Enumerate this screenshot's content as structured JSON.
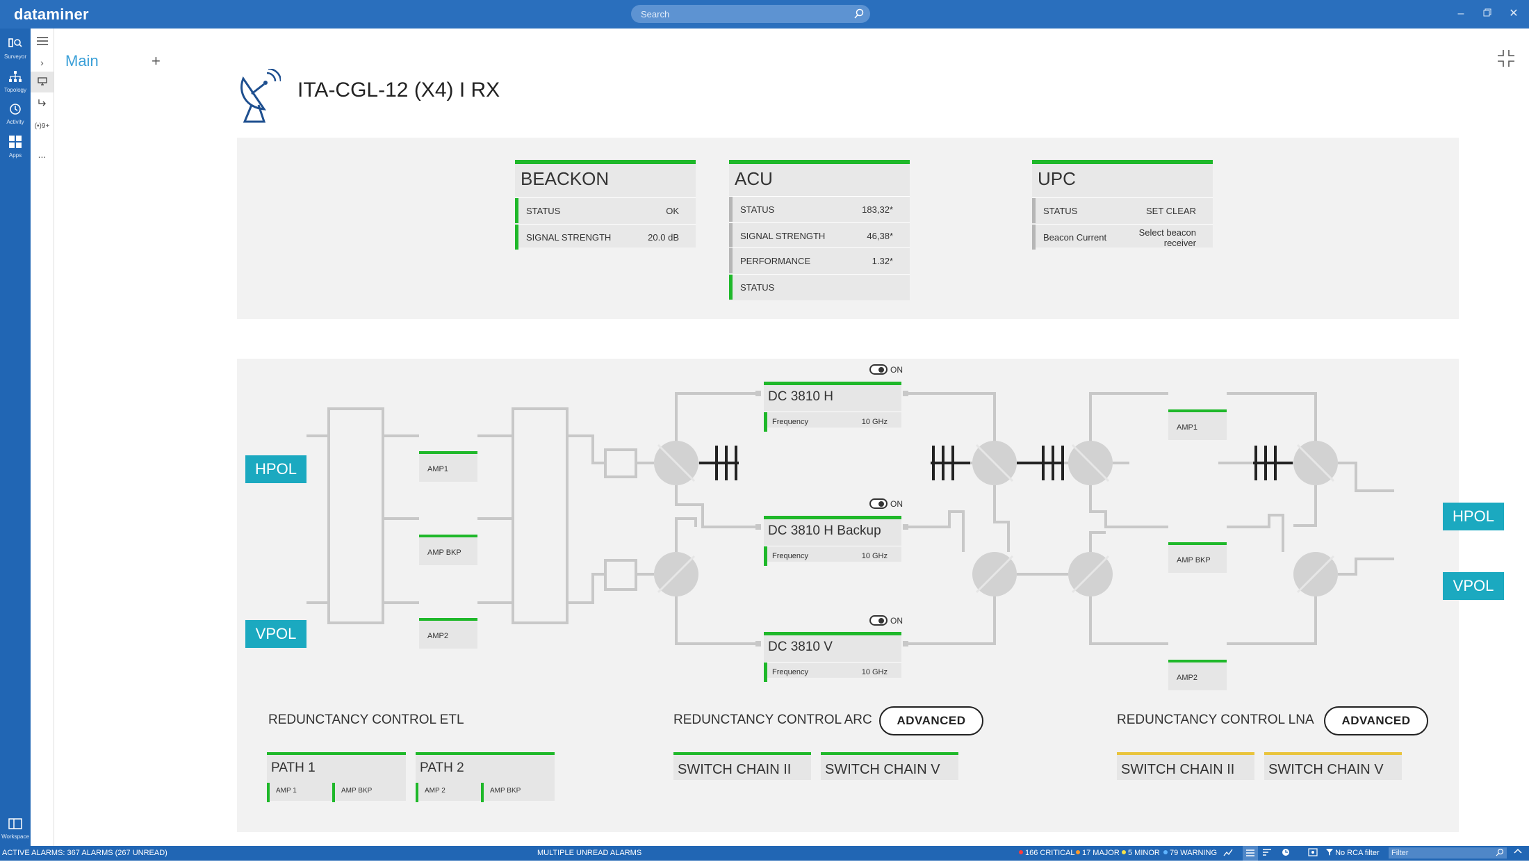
{
  "app": {
    "brand": "dataminer"
  },
  "search": {
    "placeholder": "Search"
  },
  "rail": {
    "items": [
      {
        "label": "Surveyor"
      },
      {
        "label": "Topology"
      },
      {
        "label": "Activity"
      },
      {
        "label": "Apps"
      }
    ],
    "workspace": "Workspace"
  },
  "subrail": {
    "counter": "(•)9+",
    "more": "..."
  },
  "tabs": {
    "main": "Main",
    "add": "+"
  },
  "page": {
    "title": "ITA-CGL-12 (X4) I RX"
  },
  "beacon": {
    "title": "BEACKON",
    "rows": [
      {
        "k": "STATUS",
        "v": "OK"
      },
      {
        "k": "SIGNAL STRENGTH",
        "v": "20.0 dB"
      }
    ]
  },
  "acu": {
    "title": "ACU",
    "rows": [
      {
        "k": "STATUS",
        "v": "183,32*"
      },
      {
        "k": "SIGNAL STRENGTH",
        "v": "46,38*"
      },
      {
        "k": "PERFORMANCE",
        "v": "1.32*"
      },
      {
        "k": "STATUS",
        "v": ""
      }
    ]
  },
  "upc": {
    "title": "UPC",
    "rows": [
      {
        "k": "STATUS",
        "v": "SET CLEAR"
      },
      {
        "k": "Beacon Current",
        "v": "Select beacon receiver"
      }
    ]
  },
  "diagram": {
    "pol_left": [
      "HPOL",
      "VPOL"
    ],
    "pol_right": [
      "HPOL",
      "VPOL"
    ],
    "amps_left": [
      "AMP1",
      "AMP BKP",
      "AMP2"
    ],
    "amps_right": [
      "AMP1",
      "AMP BKP",
      "AMP2"
    ],
    "toggle_label": "ON",
    "converters": [
      {
        "title": "DC 3810 H",
        "k": "Frequency",
        "v": "10 GHz"
      },
      {
        "title": "DC 3810 H Backup",
        "k": "Frequency",
        "v": "10 GHz"
      },
      {
        "title": "DC 3810 V",
        "k": "Frequency",
        "v": "10 GHz"
      }
    ]
  },
  "redundancy": {
    "etl": {
      "label": "REDUNCTANCY CONTROL ETL",
      "paths": [
        {
          "title": "PATH 1",
          "a": "AMP 1",
          "b": "AMP BKP"
        },
        {
          "title": "PATH 2",
          "a": "AMP 2",
          "b": "AMP BKP"
        }
      ]
    },
    "arc": {
      "label": "REDUNCTANCY CONTROL ARC",
      "button": "ADVANCED",
      "chains": [
        "SWITCH CHAIN II",
        "SWITCH CHAIN V"
      ]
    },
    "lna": {
      "label": "REDUNCTANCY CONTROL LNA",
      "button": "ADVANCED",
      "chains": [
        "SWITCH CHAIN II",
        "SWITCH CHAIN V"
      ]
    }
  },
  "status": {
    "active": "ACTIVE ALARMS: 367 ALARMS (267 UNREAD)",
    "center": "MULTIPLE UNREAD ALARMS",
    "critical": "166 CRITICAL",
    "major": "17 MAJOR",
    "minor": "5 MINOR",
    "warning": "79 WARNING",
    "rca": "No RCA filter",
    "filter_placeholder": "Filter"
  },
  "colors": {
    "accent": "#2a6fbd",
    "ok": "#1fb82a",
    "pol": "#1ba9c0",
    "warn": "#e9c43c"
  }
}
